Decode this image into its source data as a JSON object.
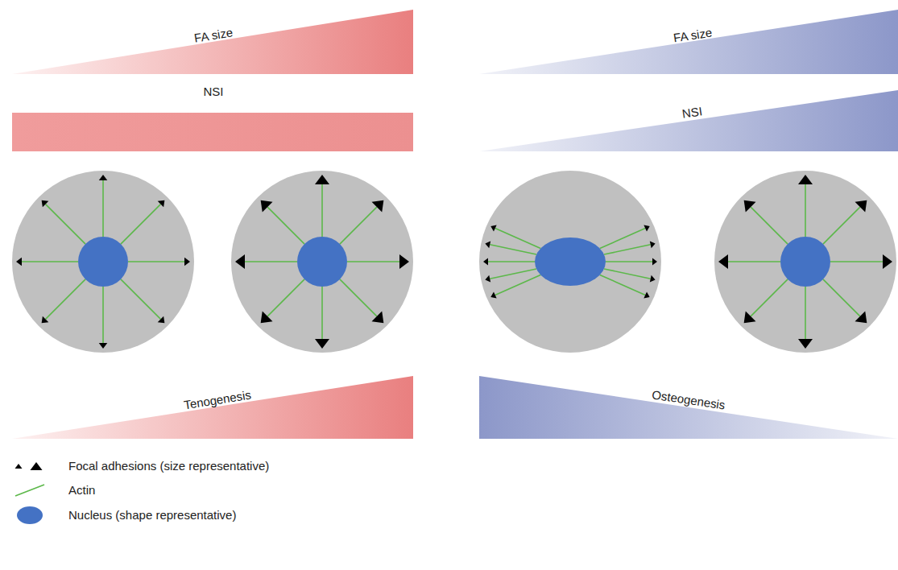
{
  "diagram": {
    "nodes": [
      {
        "text": [
          "FA size"
        ]
      },
      {
        "text": [
          "FA size"
        ]
      },
      {
        "text": [
          "NSI"
        ]
      },
      {
        "text": [
          "NSI"
        ]
      },
      {
        "text": [
          "Tenogenesis"
        ]
      },
      {
        "text": [
          "Osteogenesis"
        ]
      }
    ],
    "legend": [
      {
        "text": "Focal adhesions (size representative)"
      },
      {
        "text": "Actin"
      },
      {
        "text": "Nucleus (shape representative)"
      }
    ]
  }
}
